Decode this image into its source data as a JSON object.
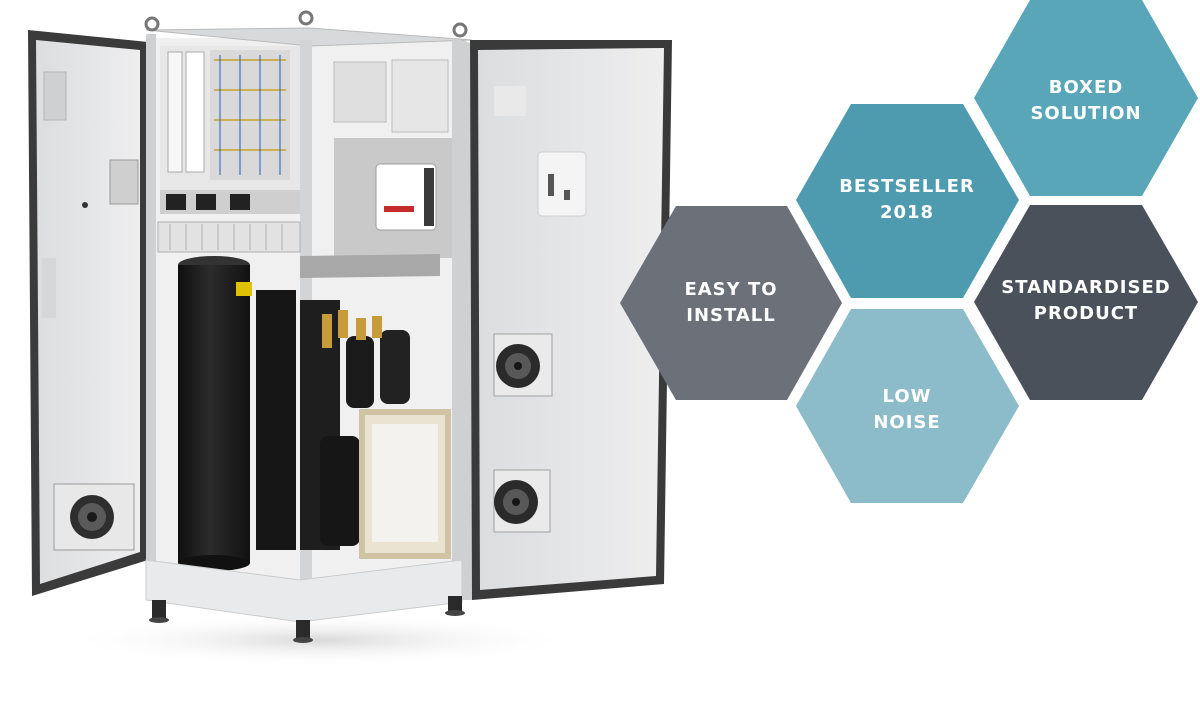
{
  "hexagons": [
    {
      "id": "easy-to-install",
      "lines": [
        "EASY TO",
        "INSTALL"
      ],
      "color": "#6b7079"
    },
    {
      "id": "bestseller-2018",
      "lines": [
        "BESTSELLER",
        "2018"
      ],
      "color": "#4e9aaf"
    },
    {
      "id": "boxed-solution",
      "lines": [
        "BOXED",
        "SOLUTION"
      ],
      "color": "#5aa6b9"
    },
    {
      "id": "standardised-product",
      "lines": [
        "STANDARDISED",
        "PRODUCT"
      ],
      "color": "#4b515b"
    },
    {
      "id": "low-noise",
      "lines": [
        "LOW",
        "NOISE"
      ],
      "color": "#8cbcca"
    }
  ],
  "colors": {
    "cabinet_frame": "#d9dadb",
    "cabinet_interior": "#f2f2f2",
    "door_panel": "#e4e5e6",
    "door_gasket": "#3a3a3a",
    "tank": "#1c1c1c"
  },
  "icons": {
    "product": "heat-pump-cabinet-icon",
    "fan": "fan-icon"
  }
}
